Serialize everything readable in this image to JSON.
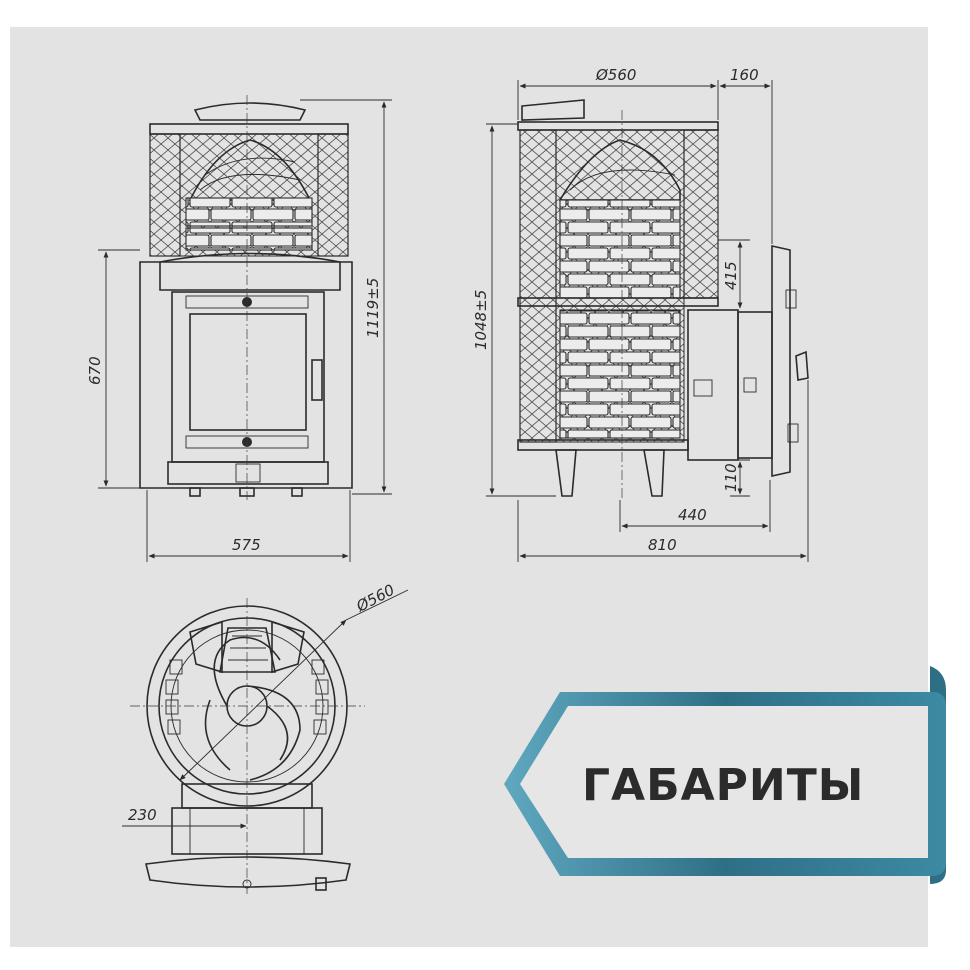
{
  "banner": {
    "title": "ГАБАРИТЫ",
    "accent": "#2f6f86",
    "accent_light": "#5fa8bf"
  },
  "colors": {
    "panel": "#e3e3e3",
    "line": "#2b2b2b"
  },
  "front_view": {
    "width": "575",
    "door_height": "670",
    "total_height": "1119±5"
  },
  "side_view": {
    "diameter": "Ø560",
    "door_depth": "160",
    "height": "1048±5",
    "mid_height": "415",
    "tunnel_height": "110",
    "tunnel_length": "440",
    "total_depth": "810"
  },
  "top_view": {
    "diameter": "Ø560",
    "tunnel_width": "230"
  }
}
